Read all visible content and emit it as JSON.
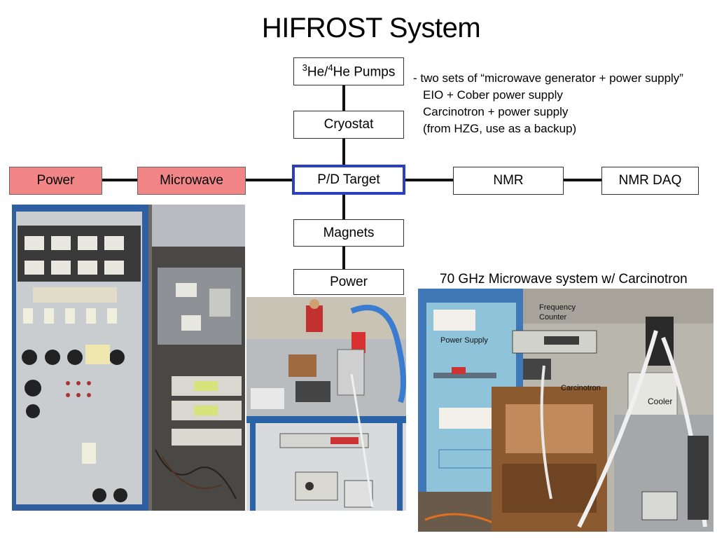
{
  "title": "HIFROST System",
  "diagram": {
    "pumps": {
      "sup1": "3",
      "part1": "He/",
      "sup2": "4",
      "part2": "He Pumps"
    },
    "cryostat": "Cryostat",
    "target": "P/D Target",
    "magnets": "Magnets",
    "power_bottom": "Power",
    "power_left": "Power",
    "microwave": "Microwave",
    "nmr": "NMR",
    "nmr_daq": "NMR DAQ"
  },
  "notes": [
    "- two sets of “microwave generator + power supply”",
    "EIO + Cober power supply",
    "Carcinotron + power supply",
    "(from HZG, use as a backup)"
  ],
  "photo_caption": "70 GHz Microwave system w/ Carcinotron",
  "photo_labels": {
    "frequency_counter": "Frequency\nCounter",
    "power_supply": "Power Supply",
    "carcinotron": "Carcinotron",
    "cooler": "Cooler"
  }
}
